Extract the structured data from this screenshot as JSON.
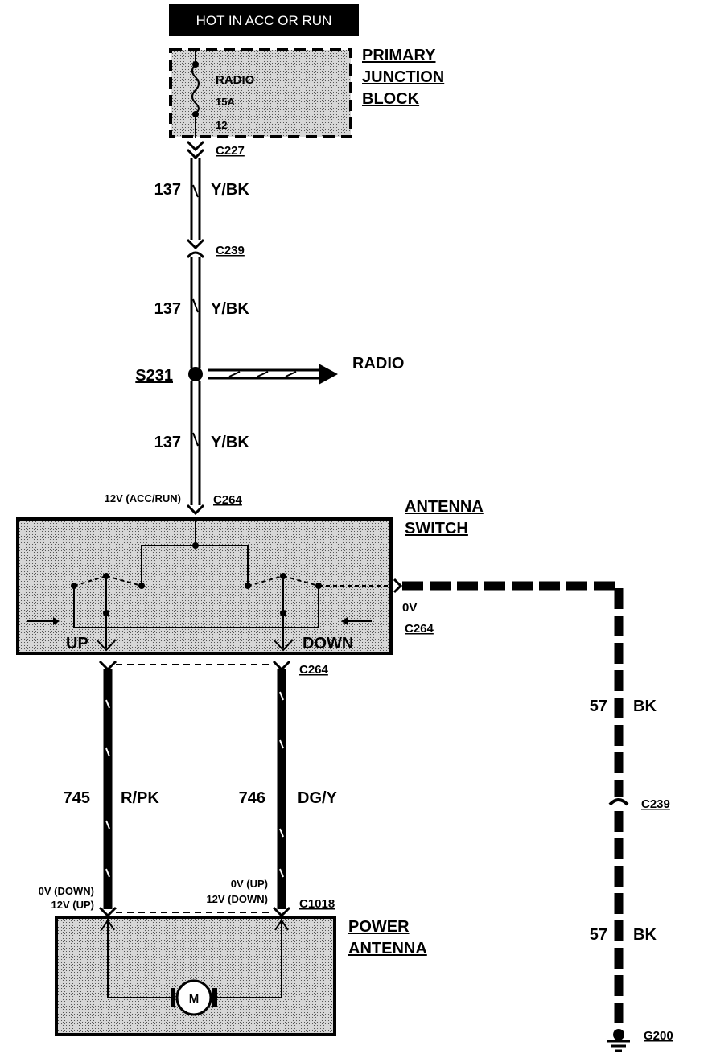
{
  "header": {
    "condition": "HOT IN ACC OR RUN"
  },
  "junction_block": {
    "title_lines": [
      "PRIMARY",
      "JUNCTION",
      "BLOCK"
    ],
    "fuse_name": "RADIO",
    "fuse_rating": "15A",
    "fuse_number": "12"
  },
  "connectors": {
    "c227": "C227",
    "c239_top": "C239",
    "c264_top": "C264",
    "c264_right": "C264",
    "c264_bottom": "C264",
    "c1018": "C1018",
    "c239_right": "C239"
  },
  "splice": {
    "id": "S231",
    "dest": "RADIO"
  },
  "wires": [
    {
      "circuit": "137",
      "color": "Y/BK"
    },
    {
      "circuit": "137",
      "color": "Y/BK"
    },
    {
      "circuit": "137",
      "color": "Y/BK"
    },
    {
      "circuit": "745",
      "color": "R/PK"
    },
    {
      "circuit": "746",
      "color": "DG/Y"
    },
    {
      "circuit": "57",
      "color": "BK"
    },
    {
      "circuit": "57",
      "color": "BK"
    }
  ],
  "voltages": {
    "switch_input": "12V (ACC/RUN)",
    "switch_ground": "0V",
    "left_down": "0V (DOWN)",
    "left_up": "12V (UP)",
    "right_up": "0V (UP)",
    "right_down": "12V (DOWN)"
  },
  "antenna_switch": {
    "title_lines": [
      "ANTENNA",
      "SWITCH"
    ],
    "up_label": "UP",
    "down_label": "DOWN"
  },
  "power_antenna": {
    "title_lines": [
      "POWER",
      "ANTENNA"
    ],
    "motor_label": "M"
  },
  "ground": {
    "id": "G200"
  }
}
